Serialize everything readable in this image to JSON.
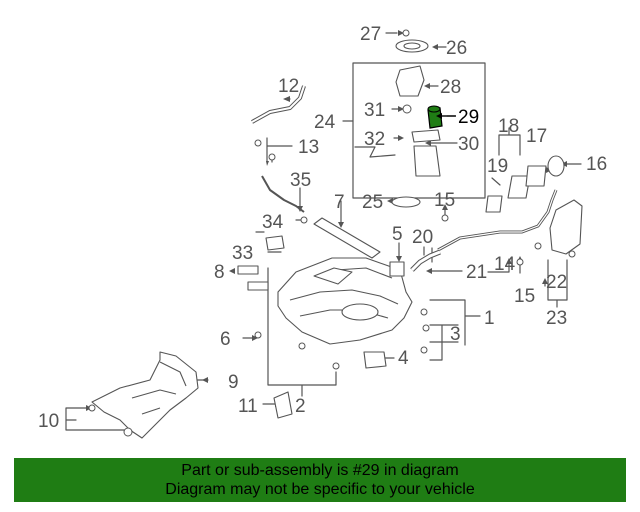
{
  "diagram": {
    "callouts": {
      "c1": "1",
      "c2": "2",
      "c3": "3",
      "c4": "4",
      "c5": "5",
      "c6": "6",
      "c7": "7",
      "c8": "8",
      "c9": "9",
      "c10": "10",
      "c11": "11",
      "c12": "12",
      "c13": "13",
      "c14": "14",
      "c15a": "15",
      "c15b": "15",
      "c16": "16",
      "c17": "17",
      "c18": "18",
      "c19": "19",
      "c20": "20",
      "c21": "21",
      "c22": "22",
      "c23": "23",
      "c24": "24",
      "c25": "25",
      "c26": "26",
      "c27": "27",
      "c28": "28",
      "c29": "29",
      "c30": "30",
      "c31": "31",
      "c32": "32",
      "c33": "33",
      "c34": "34",
      "c35": "35"
    },
    "highlight_color": "#1f7d14"
  },
  "banner": {
    "line1": "Part or sub-assembly is #29 in diagram",
    "line2": "Diagram may not be specific to your vehicle",
    "color": "#1f7d14"
  }
}
